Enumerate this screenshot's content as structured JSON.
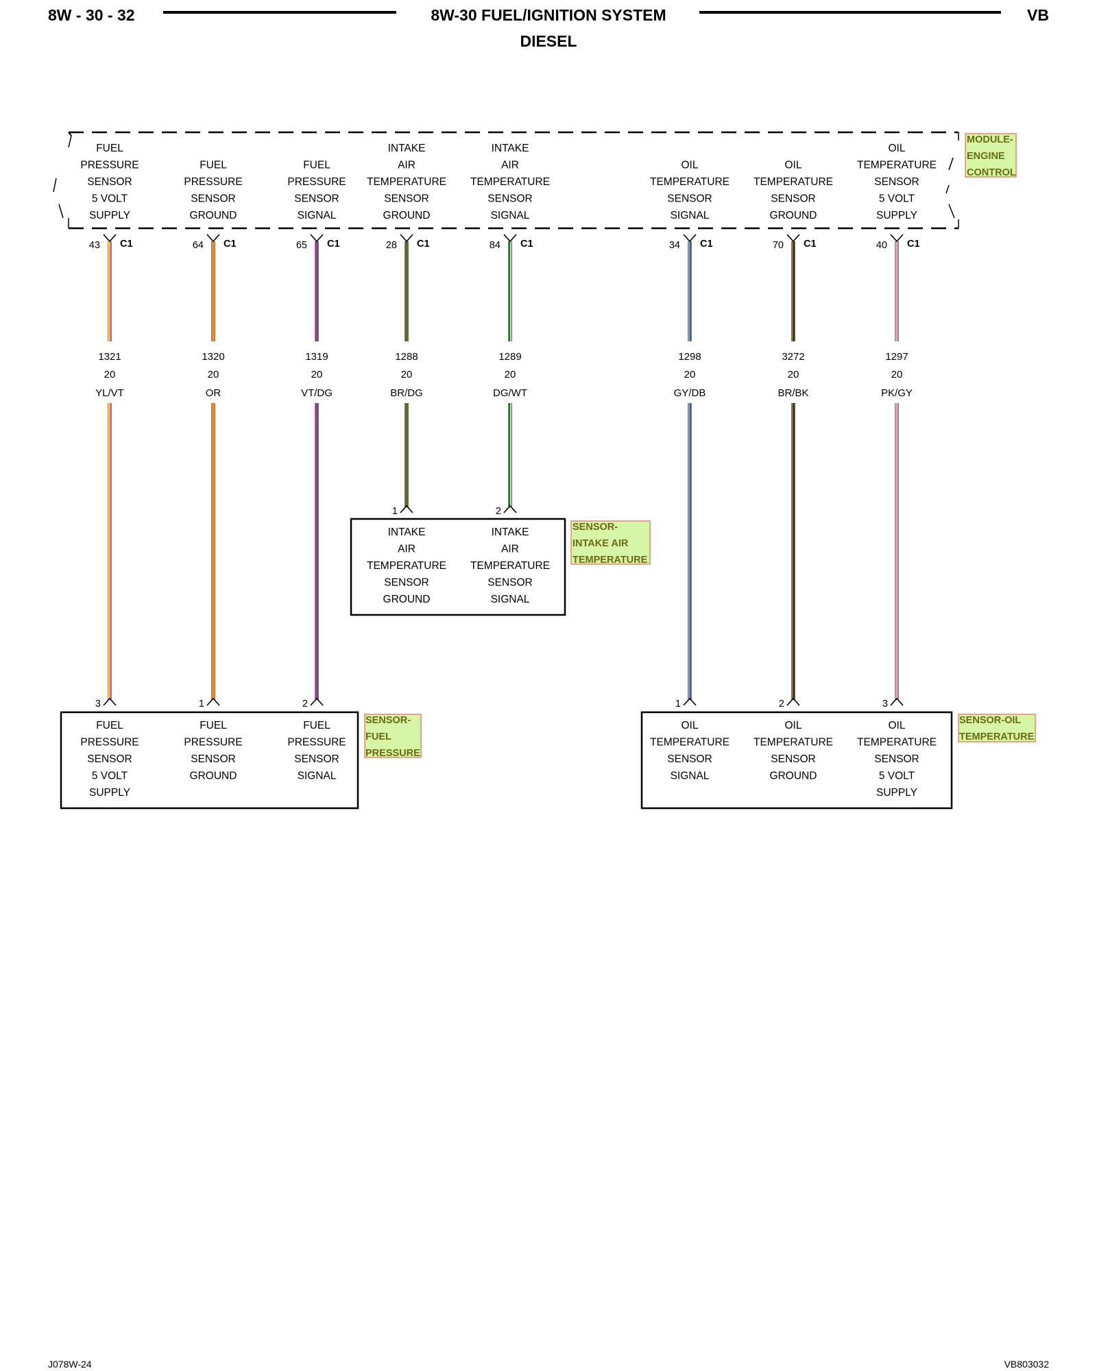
{
  "header": {
    "page_number": "8W - 30 - 32",
    "title": "8W-30 FUEL/IGNITION SYSTEM",
    "subtitle": "DIESEL",
    "model": "VB"
  },
  "footer": {
    "left_code": "J078W-24",
    "right_code": "VB803032"
  },
  "module": {
    "tag_lines": [
      "MODULE-",
      "ENGINE",
      "CONTROL"
    ],
    "connector": "C1",
    "terminals": [
      {
        "lines": [
          "FUEL",
          "PRESSURE",
          "SENSOR",
          "5 VOLT",
          "SUPPLY"
        ],
        "cavity": "43"
      },
      {
        "lines": [
          "FUEL",
          "PRESSURE",
          "SENSOR",
          "GROUND"
        ],
        "cavity": "64"
      },
      {
        "lines": [
          "FUEL",
          "PRESSURE",
          "SENSOR",
          "SIGNAL"
        ],
        "cavity": "65"
      },
      {
        "lines": [
          "INTAKE",
          "AIR",
          "TEMPERATURE",
          "SENSOR",
          "GROUND"
        ],
        "cavity": "28"
      },
      {
        "lines": [
          "INTAKE",
          "AIR",
          "TEMPERATURE",
          "SENSOR",
          "SIGNAL"
        ],
        "cavity": "84"
      },
      {
        "lines": [
          "OIL",
          "TEMPERATURE",
          "SENSOR",
          "SIGNAL"
        ],
        "cavity": "34"
      },
      {
        "lines": [
          "OIL",
          "TEMPERATURE",
          "SENSOR",
          "GROUND"
        ],
        "cavity": "70"
      },
      {
        "lines": [
          "OIL",
          "TEMPERATURE",
          "SENSOR",
          "5 VOLT",
          "SUPPLY"
        ],
        "cavity": "40"
      }
    ]
  },
  "wires": [
    {
      "circuit": "1321",
      "gauge": "20",
      "color_code": "YL/VT",
      "base": "#ffee22",
      "tracer": "#dd22cc"
    },
    {
      "circuit": "1320",
      "gauge": "20",
      "color_code": "OR",
      "base": "#f28a1e",
      "tracer": null
    },
    {
      "circuit": "1319",
      "gauge": "20",
      "color_code": "VT/DG",
      "base": "#cc22cc",
      "tracer": "#2a7a2a"
    },
    {
      "circuit": "1288",
      "gauge": "20",
      "color_code": "BR/DG",
      "base": "#7a5a22",
      "tracer": "#2a8a2a"
    },
    {
      "circuit": "1289",
      "gauge": "20",
      "color_code": "DG/WT",
      "base": "#1f7a1f",
      "tracer": "#ffffff"
    },
    {
      "circuit": "1298",
      "gauge": "20",
      "color_code": "GY/DB",
      "base": "#9aa0aa",
      "tracer": "#2040a0"
    },
    {
      "circuit": "3272",
      "gauge": "20",
      "color_code": "BR/BK",
      "base": "#8a6a30",
      "tracer": "#111111"
    },
    {
      "circuit": "1297",
      "gauge": "20",
      "color_code": "PK/GY",
      "base": "#f4a0c0",
      "tracer": "#a0a0a0"
    }
  ],
  "sensors": {
    "intake_air": {
      "tag_lines": [
        "SENSOR-",
        "INTAKE AIR",
        "TEMPERATURE"
      ],
      "pins": [
        {
          "pin": "1",
          "lines": [
            "INTAKE",
            "AIR",
            "TEMPERATURE",
            "SENSOR",
            "GROUND"
          ]
        },
        {
          "pin": "2",
          "lines": [
            "INTAKE",
            "AIR",
            "TEMPERATURE",
            "SENSOR",
            "SIGNAL"
          ]
        }
      ]
    },
    "fuel_pressure": {
      "tag_lines": [
        "SENSOR-",
        "FUEL",
        "PRESSURE"
      ],
      "pins": [
        {
          "pin": "3",
          "lines": [
            "FUEL",
            "PRESSURE",
            "SENSOR",
            "5 VOLT",
            "SUPPLY"
          ]
        },
        {
          "pin": "1",
          "lines": [
            "FUEL",
            "PRESSURE",
            "SENSOR",
            "GROUND"
          ]
        },
        {
          "pin": "2",
          "lines": [
            "FUEL",
            "PRESSURE",
            "SENSOR",
            "SIGNAL"
          ]
        }
      ]
    },
    "oil_temp": {
      "tag_lines": [
        "SENSOR-OIL",
        "TEMPERATURE"
      ],
      "pins": [
        {
          "pin": "1",
          "lines": [
            "OIL",
            "TEMPERATURE",
            "SENSOR",
            "SIGNAL"
          ]
        },
        {
          "pin": "2",
          "lines": [
            "OIL",
            "TEMPERATURE",
            "SENSOR",
            "GROUND"
          ]
        },
        {
          "pin": "3",
          "lines": [
            "OIL",
            "TEMPERATURE",
            "SENSOR",
            "5 VOLT",
            "SUPPLY"
          ]
        }
      ]
    }
  },
  "colors": {
    "tag_fill": "#d6f5a6",
    "tag_border": "#e08a6a",
    "tag_text": "#6b6b12"
  }
}
